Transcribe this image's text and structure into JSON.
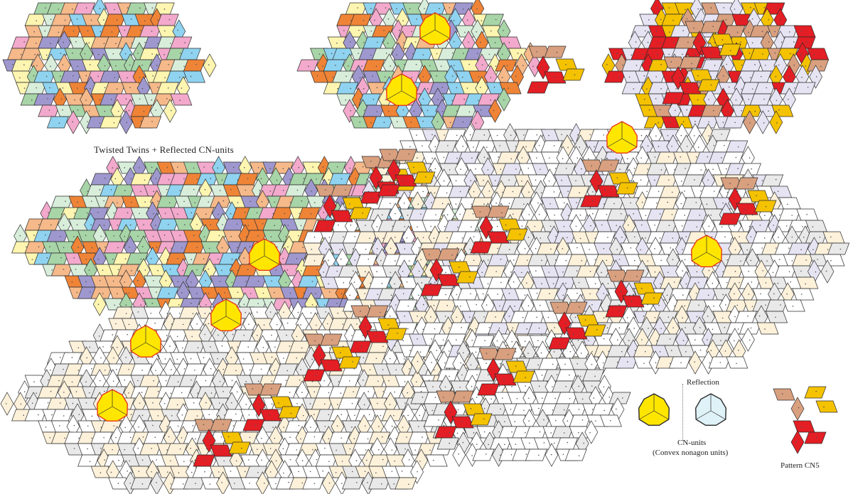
{
  "labels": {
    "heading": "Twisted Twins + Reflected CN-units",
    "reflection": "Reflection",
    "cn_units": "CN-units",
    "cn_units_sub": "(Convex nonagon units)",
    "pattern": "Pattern CN5"
  },
  "palette": {
    "outline": "#2b2b2b",
    "red": "#e31e24",
    "gold": "#f5c200",
    "tan": "#d9a07f",
    "cn_yellow": "#ffe600",
    "cn_outline": "#e8381e",
    "cn_light": "#dff2f7",
    "pink": "#f2a9cc",
    "sky": "#8fd3f0",
    "lemon": "#fdf5b0",
    "peach": "#f6b98a",
    "mint": "#a8d5a8",
    "purple": "#9f98cf",
    "orange": "#ef8437",
    "pale_green": "#d8eedb",
    "cream": "#fdf1da",
    "lavender": "#e6e4f3",
    "light_gray": "#e9e9e9",
    "white": "#ffffff"
  }
}
